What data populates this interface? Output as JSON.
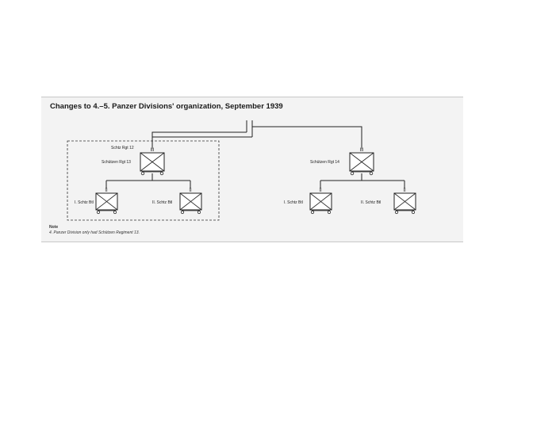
{
  "diagram": {
    "title": "Changes to 4.–5. Panzer Divisions' organization, September 1939",
    "units": [
      {
        "id": "rgt12",
        "label": "Schtz Rgt 12"
      },
      {
        "id": "rgt13",
        "label": "Schützen Rgt 13",
        "size": "III"
      },
      {
        "id": "bn1_left",
        "label": "I. Schtz Btl",
        "size": "II"
      },
      {
        "id": "bn2_left",
        "label": "II. Schtz Btl",
        "size": "II"
      },
      {
        "id": "rgt14",
        "label": "Schützen Rgt 14",
        "size": "III"
      },
      {
        "id": "bn1_right",
        "label": "I. Schtz Btl",
        "size": "II"
      },
      {
        "id": "bn2_right",
        "label": "II. Schtz Btl",
        "size": "II"
      }
    ],
    "note_label": "Note",
    "note_text": "4. Panzer Division only had Schützen Regiment 13."
  }
}
